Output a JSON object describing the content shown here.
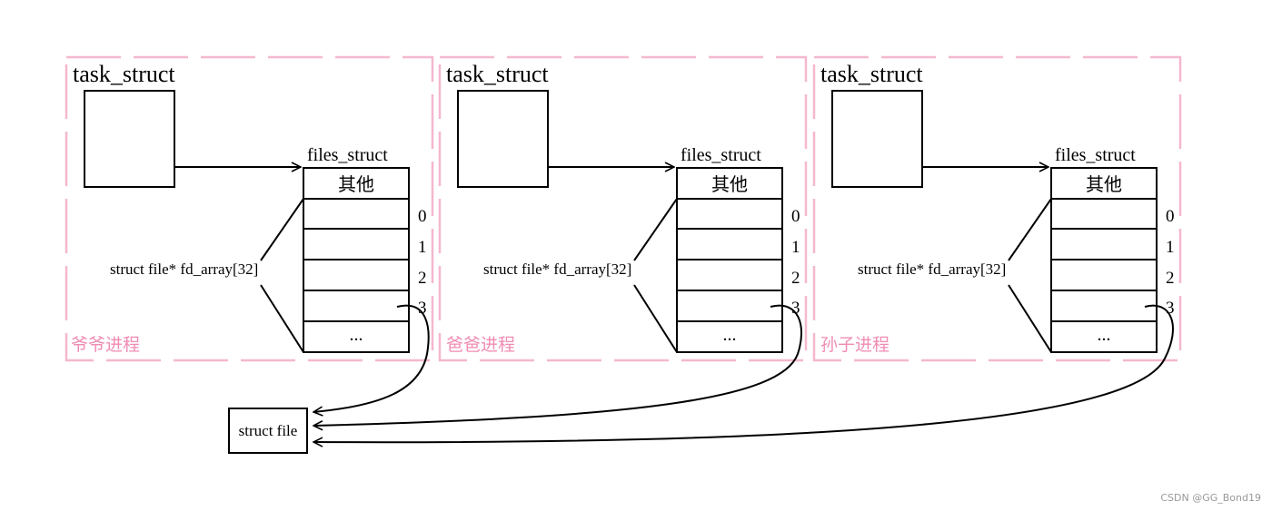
{
  "processes": [
    {
      "title": "task_struct",
      "files_label": "files_struct",
      "other_label": "其他",
      "indices": [
        "0",
        "1",
        "2",
        "3"
      ],
      "ellipsis": "...",
      "array_label": "struct file* fd_array[32]",
      "process_label": "爷爷进程"
    },
    {
      "title": "task_struct",
      "files_label": "files_struct",
      "other_label": "其他",
      "indices": [
        "0",
        "1",
        "2",
        "3"
      ],
      "ellipsis": "...",
      "array_label": "struct file* fd_array[32]",
      "process_label": "爸爸进程"
    },
    {
      "title": "task_struct",
      "files_label": "files_struct",
      "other_label": "其他",
      "indices": [
        "0",
        "1",
        "2",
        "3"
      ],
      "ellipsis": "...",
      "array_label": "struct file* fd_array[32]",
      "process_label": "孙子进程"
    }
  ],
  "shared_file": {
    "label": "struct file"
  },
  "watermark": "CSDN @GG_Bond19",
  "colors": {
    "dash_border": "#f5b7cf",
    "process_label": "#f08cb4",
    "line": "#000000"
  }
}
